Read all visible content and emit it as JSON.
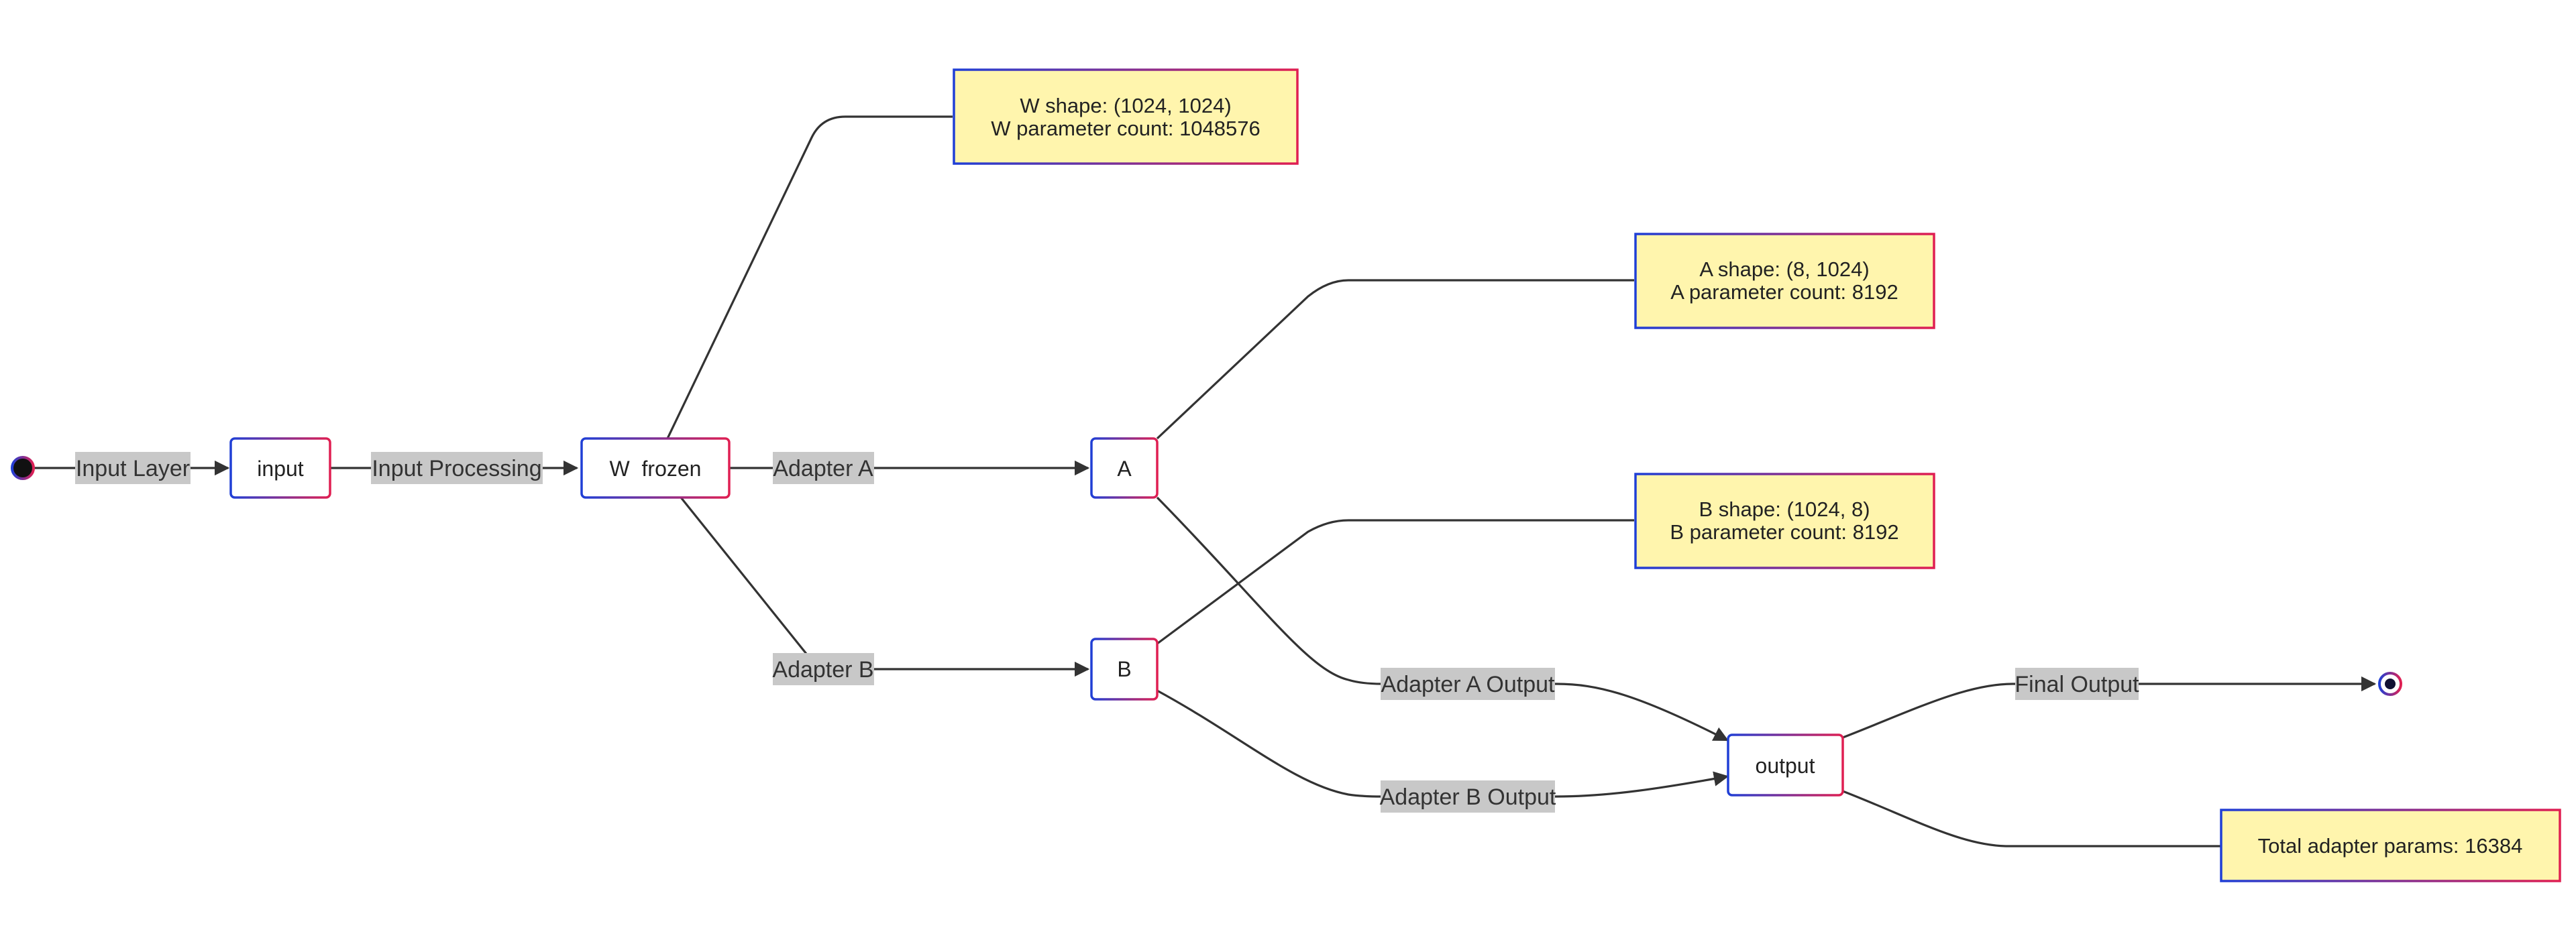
{
  "colors": {
    "node_fill": "#ffffff",
    "note_fill": "#fff5ad",
    "border_start": "#1f3fd6",
    "border_end": "#e01f52",
    "edge": "#333333",
    "label_bg": "#c8c8c8"
  },
  "nodes": {
    "input": "input",
    "w_frozen": "W  frozen",
    "a": "A",
    "b": "B",
    "output": "output"
  },
  "edge_labels": {
    "input_layer": "Input Layer",
    "input_processing": "Input Processing",
    "adapter_a": "Adapter A",
    "adapter_b": "Adapter B",
    "adapter_a_output": "Adapter A Output",
    "adapter_b_output": "Adapter B Output",
    "final_output": "Final Output"
  },
  "notes": {
    "w": {
      "line1": "W shape: (1024, 1024)",
      "line2": "W parameter count: 1048576"
    },
    "a": {
      "line1": "A shape: (8, 1024)",
      "line2": "A parameter count: 8192"
    },
    "b": {
      "line1": "B shape: (1024, 8)",
      "line2": "B parameter count: 8192"
    },
    "total": {
      "line1": "Total adapter params: 16384"
    }
  }
}
